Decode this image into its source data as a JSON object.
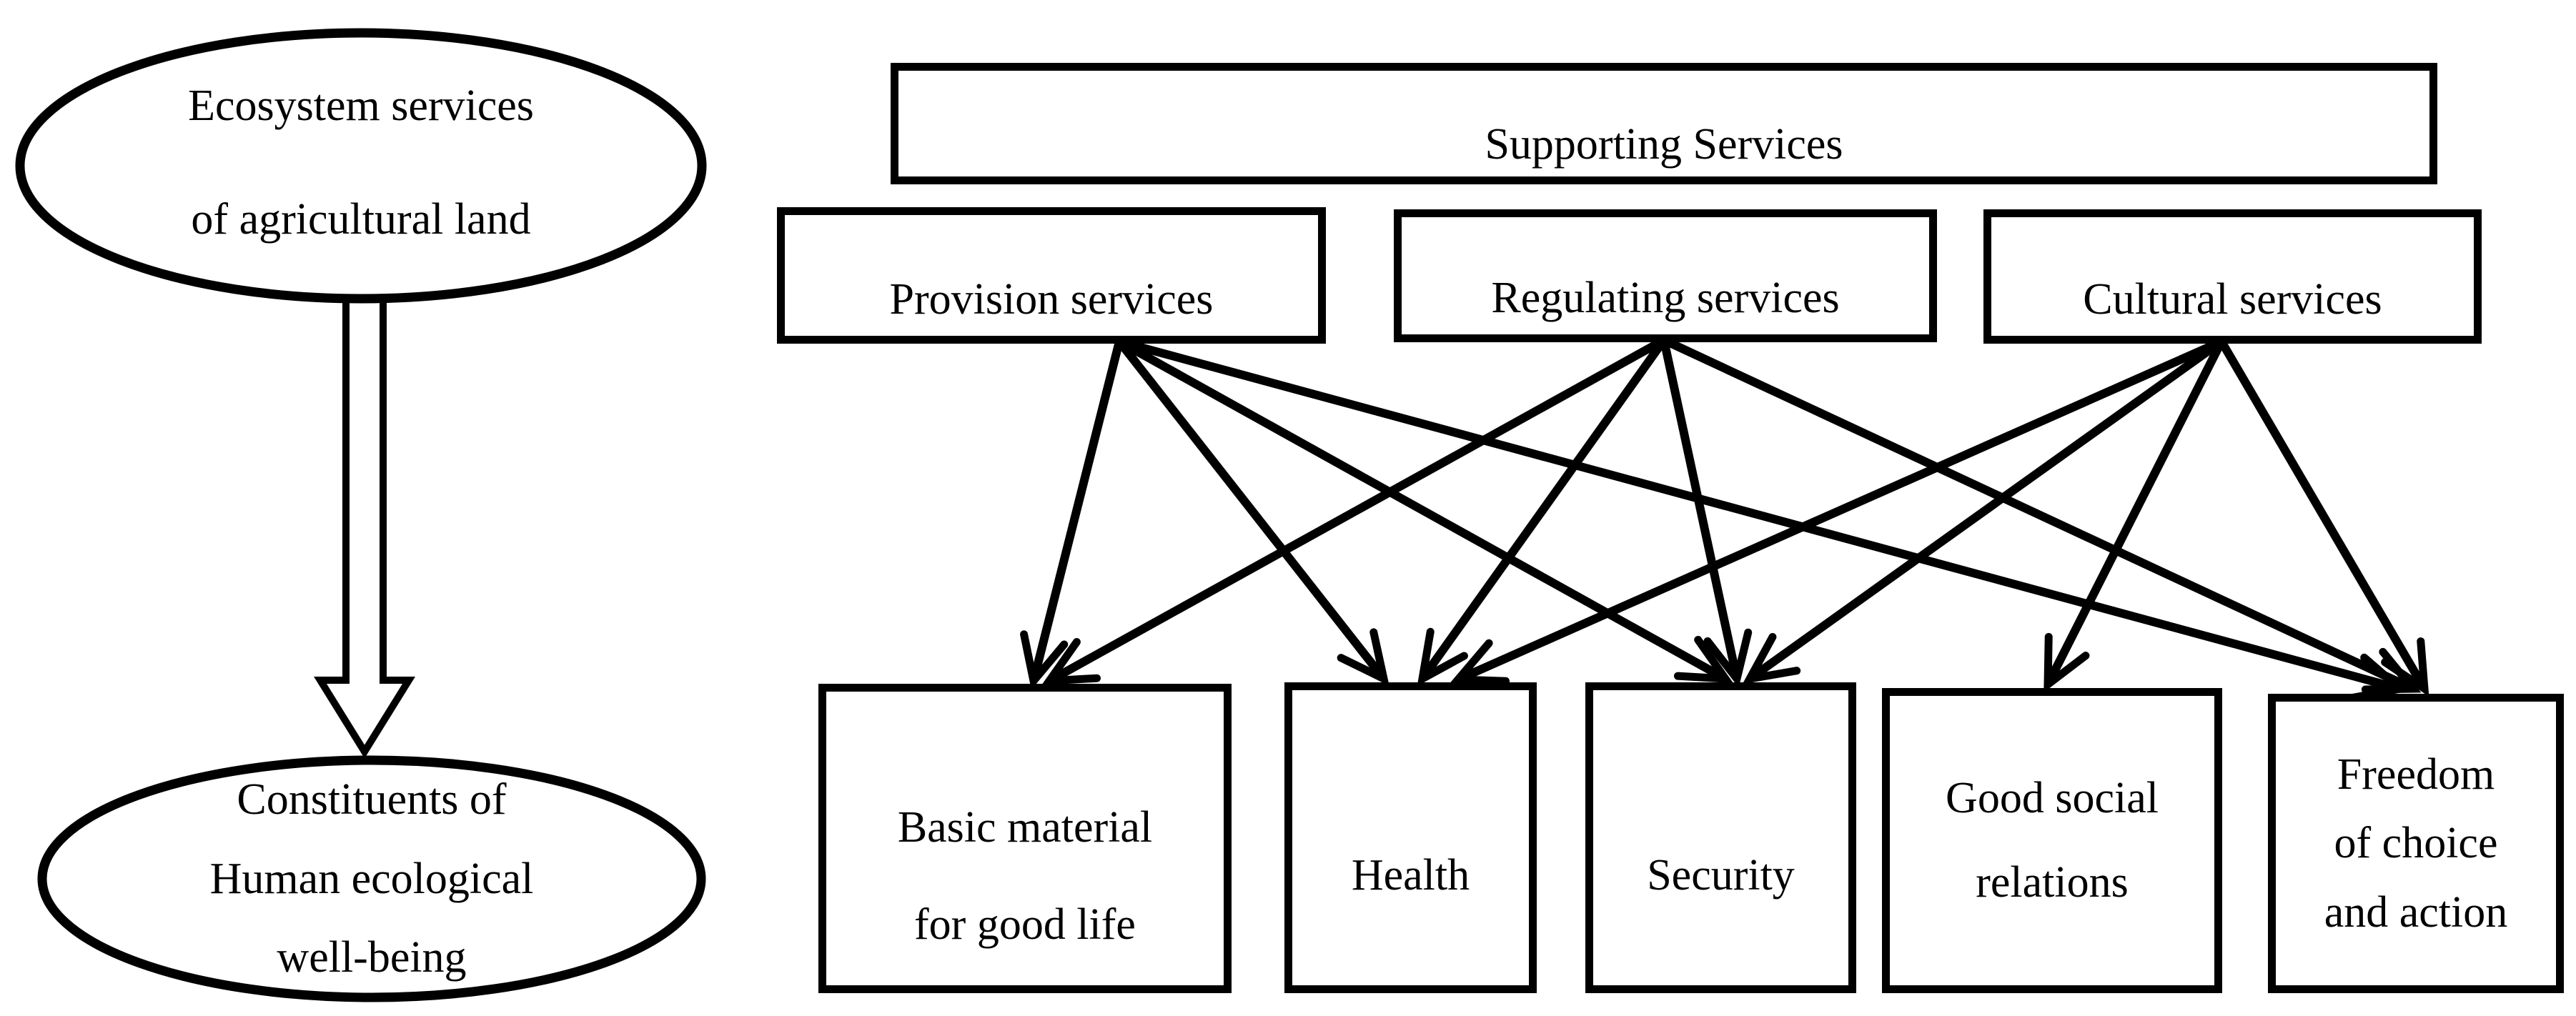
{
  "figure": {
    "background_color": "#ffffff",
    "line_color": "#000000"
  },
  "nodes": {
    "ecosystem": {
      "lines": [
        "Ecosystem services",
        "of agricultural land"
      ]
    },
    "wellbeing": {
      "lines": [
        "Constituents of",
        "Human ecological",
        "well-being"
      ]
    },
    "supporting": {
      "label": "Supporting Services"
    },
    "provision": {
      "label": "Provision services"
    },
    "regulating": {
      "label": "Regulating services"
    },
    "cultural": {
      "label": "Cultural services"
    },
    "basic": {
      "lines": [
        "Basic material",
        "for good life"
      ]
    },
    "health": {
      "lines": [
        "Health"
      ]
    },
    "security": {
      "lines": [
        "Security"
      ]
    },
    "social": {
      "lines": [
        "Good social",
        "relations"
      ]
    },
    "freedom": {
      "lines": [
        "Freedom",
        "of choice",
        "and action"
      ]
    }
  },
  "flow": {
    "from": "ecosystem",
    "to": "wellbeing"
  },
  "connections": [
    {
      "from": "provision",
      "to": "basic"
    },
    {
      "from": "provision",
      "to": "health"
    },
    {
      "from": "provision",
      "to": "security"
    },
    {
      "from": "provision",
      "to": "freedom"
    },
    {
      "from": "regulating",
      "to": "basic"
    },
    {
      "from": "regulating",
      "to": "health"
    },
    {
      "from": "regulating",
      "to": "security"
    },
    {
      "from": "regulating",
      "to": "freedom"
    },
    {
      "from": "cultural",
      "to": "health"
    },
    {
      "from": "cultural",
      "to": "security"
    },
    {
      "from": "cultural",
      "to": "social"
    },
    {
      "from": "cultural",
      "to": "freedom"
    }
  ]
}
